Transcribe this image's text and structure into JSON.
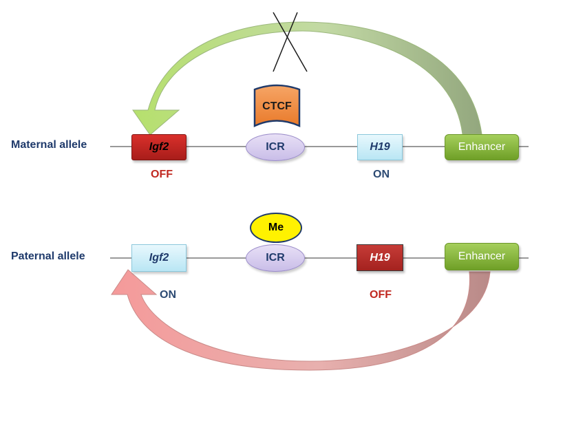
{
  "maternal": {
    "allele_label": "Maternal allele",
    "igf2": "Igf2",
    "icr": "ICR",
    "h19": "H19",
    "enhancer": "Enhancer",
    "protein": "CTCF",
    "igf2_status": "OFF",
    "h19_status": "ON"
  },
  "paternal": {
    "allele_label": "Paternal allele",
    "igf2": "Igf2",
    "icr": "ICR",
    "h19": "H19",
    "enhancer": "Enhancer",
    "mark": "Me",
    "igf2_status": "ON",
    "h19_status": "OFF"
  },
  "colors": {
    "off_gene": "#c0271f",
    "on_gene": "#c9ecf7",
    "enhancer": "#8ab843",
    "icr": "#d6ccf0",
    "ctcf": "#f28a3c",
    "methyl": "#fff200",
    "label": "#1f3a6b",
    "maternal_arrow": "#b5d98a",
    "paternal_arrow": "#ee9a98"
  }
}
